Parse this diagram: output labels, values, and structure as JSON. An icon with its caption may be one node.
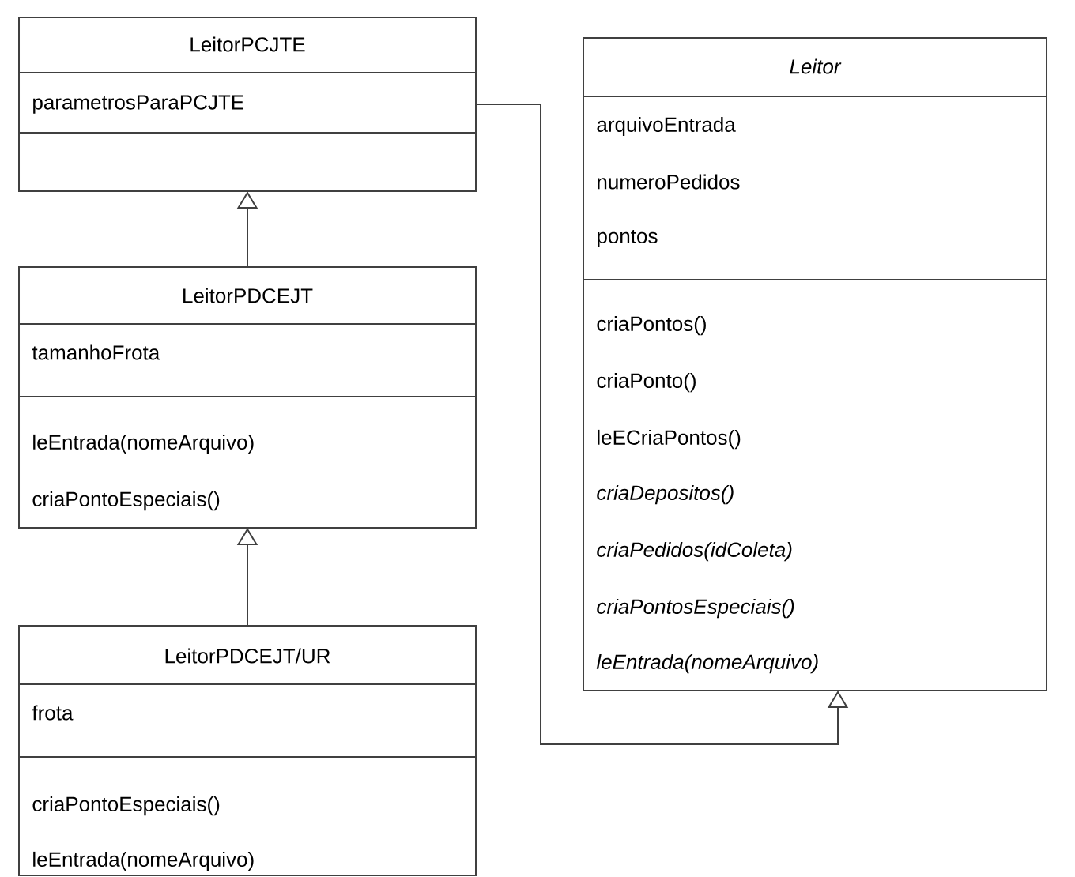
{
  "diagram": {
    "nodes": [
      {
        "text": [
          "LeitorPCJTE",
          "parametrosParaPCJTE"
        ]
      },
      {
        "text": [
          "LeitorPDCEJT",
          "tamanhoFrota",
          "leEntrada(nomeArquivo)",
          "criaPontoEspeciais()"
        ]
      },
      {
        "text": [
          "LeitorPDCEJT/UR",
          "frota",
          "criaPontoEspeciais()",
          "leEntrada(nomeArquivo)"
        ]
      },
      {
        "text": [
          "Leitor",
          "arquivoEntrada",
          "numeroPedidos",
          "pontos",
          "criaPontos()",
          "criaPonto()",
          "leECriaPontos()",
          "criaDepositos()",
          "criaPedidos(idColeta)",
          "criaPontosEspeciais()",
          "leEntrada(nomeArquivo)"
        ]
      }
    ],
    "edges": [
      {
        "from": 1,
        "to": 0,
        "arrow": "to"
      },
      {
        "from": 2,
        "to": 1,
        "arrow": "to"
      },
      {
        "from": 0,
        "to": 3,
        "arrow": "to"
      }
    ]
  }
}
